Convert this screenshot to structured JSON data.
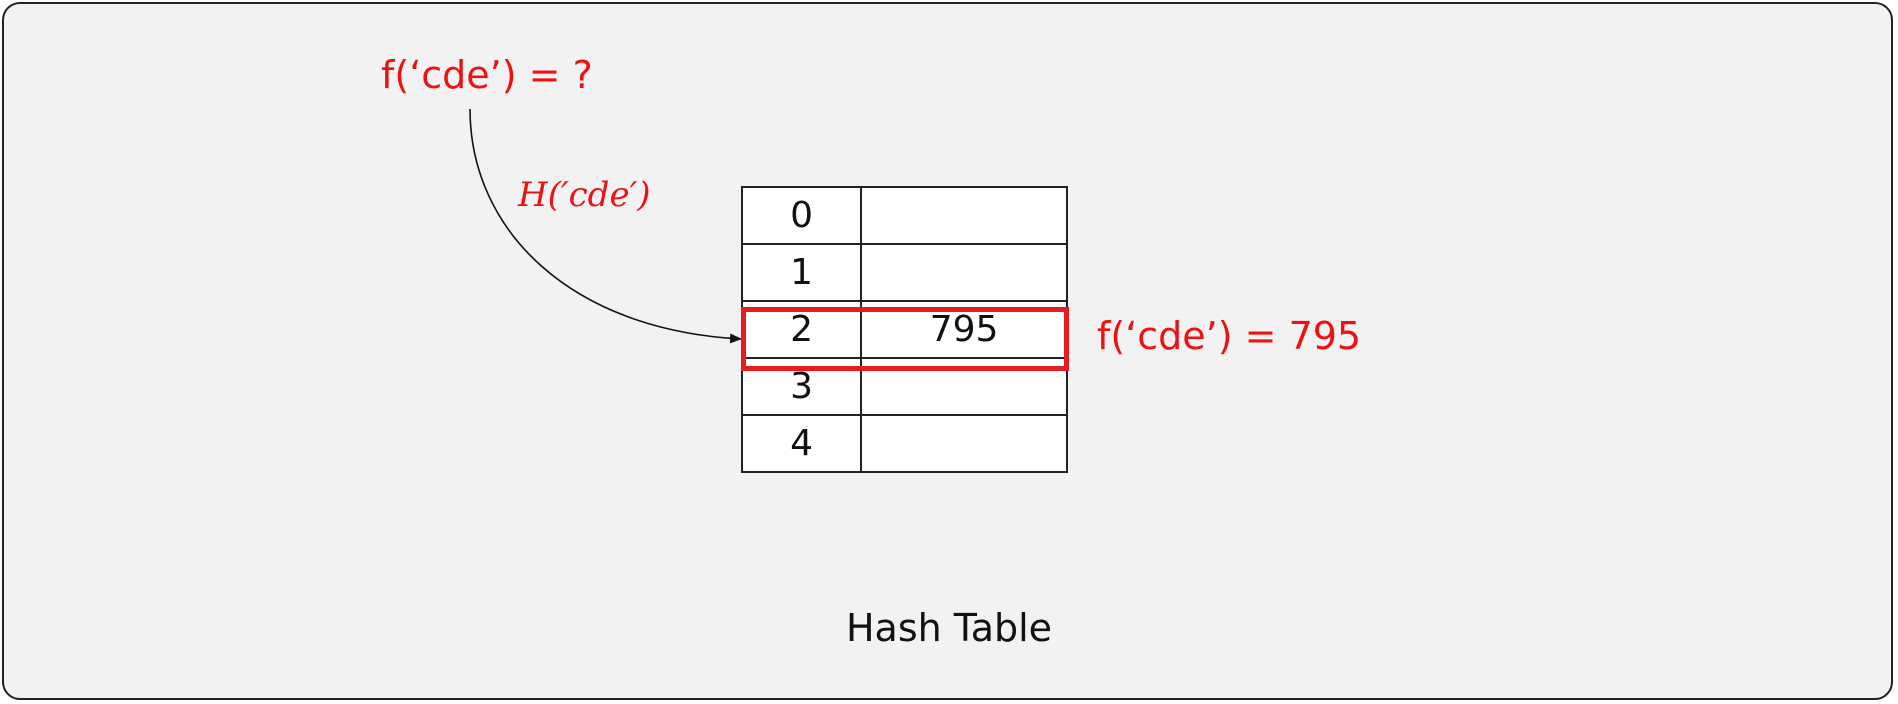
{
  "diagram": {
    "query_label": "f(‘cde’) = ?",
    "hash_function_label": "H(′cde′)",
    "result_label": "f(‘cde’) = 795",
    "caption": "Hash Table",
    "accent_color": "#ee1111",
    "table": {
      "rows": [
        {
          "index": "0",
          "value": ""
        },
        {
          "index": "1",
          "value": ""
        },
        {
          "index": "2",
          "value": "795"
        },
        {
          "index": "3",
          "value": ""
        },
        {
          "index": "4",
          "value": ""
        }
      ],
      "highlighted_index": "2"
    }
  }
}
